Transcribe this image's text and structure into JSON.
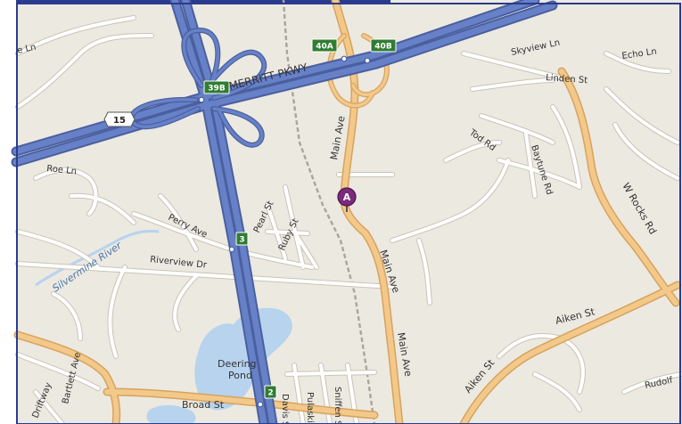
{
  "colors": {
    "land": "#ece9e1",
    "water": "#b7d3ee",
    "highway": "#6781c8",
    "highway_edge": "#4a5f9e",
    "major_road": "#f3c98a",
    "major_road_edge": "#d8a25e",
    "local_road": "#ffffff",
    "local_road_edge": "#c9c4b6",
    "railway": "#a9a59b",
    "exit_sign": "#2f7d32",
    "marker": "#7b2a7c",
    "frame": "#2a3b8f"
  },
  "highways": {
    "merritt_label": "MERRITT PKWY",
    "route_shield": "15"
  },
  "exits": [
    "40A",
    "40B",
    "39B",
    "3",
    "2"
  ],
  "streets": {
    "main_ave": "Main Ave",
    "skyview_ln": "Skyview Ln",
    "echo_ln": "Echo Ln",
    "linden_st": "Linden St",
    "tod_rd": "Tod Rd",
    "baytune_rd": "Baytune Rd",
    "w_rocks_rd": "W Rocks Rd",
    "roe_ln": "Roe Ln",
    "perry_ave": "Perry Ave",
    "pearl_st": "Pearl St",
    "ruby_st": "Ruby St",
    "riverview_dr": "Riverview Dr",
    "aiken_st": "Aiken St",
    "rudolf": "Rudolf",
    "bartlett_ave": "Bartlett Ave",
    "broad_st": "Broad St",
    "davis_st": "Davis St",
    "pulaski": "Pulaski",
    "sniffen_st": "Sniffen St",
    "driftway": "Driftway",
    "top_left_ln": "e Ln"
  },
  "water_labels": {
    "river": "Silvermine River",
    "pond_line1": "Deering",
    "pond_line2": "Pond"
  },
  "marker": {
    "letter": "A",
    "icon": "location-pin-icon"
  }
}
